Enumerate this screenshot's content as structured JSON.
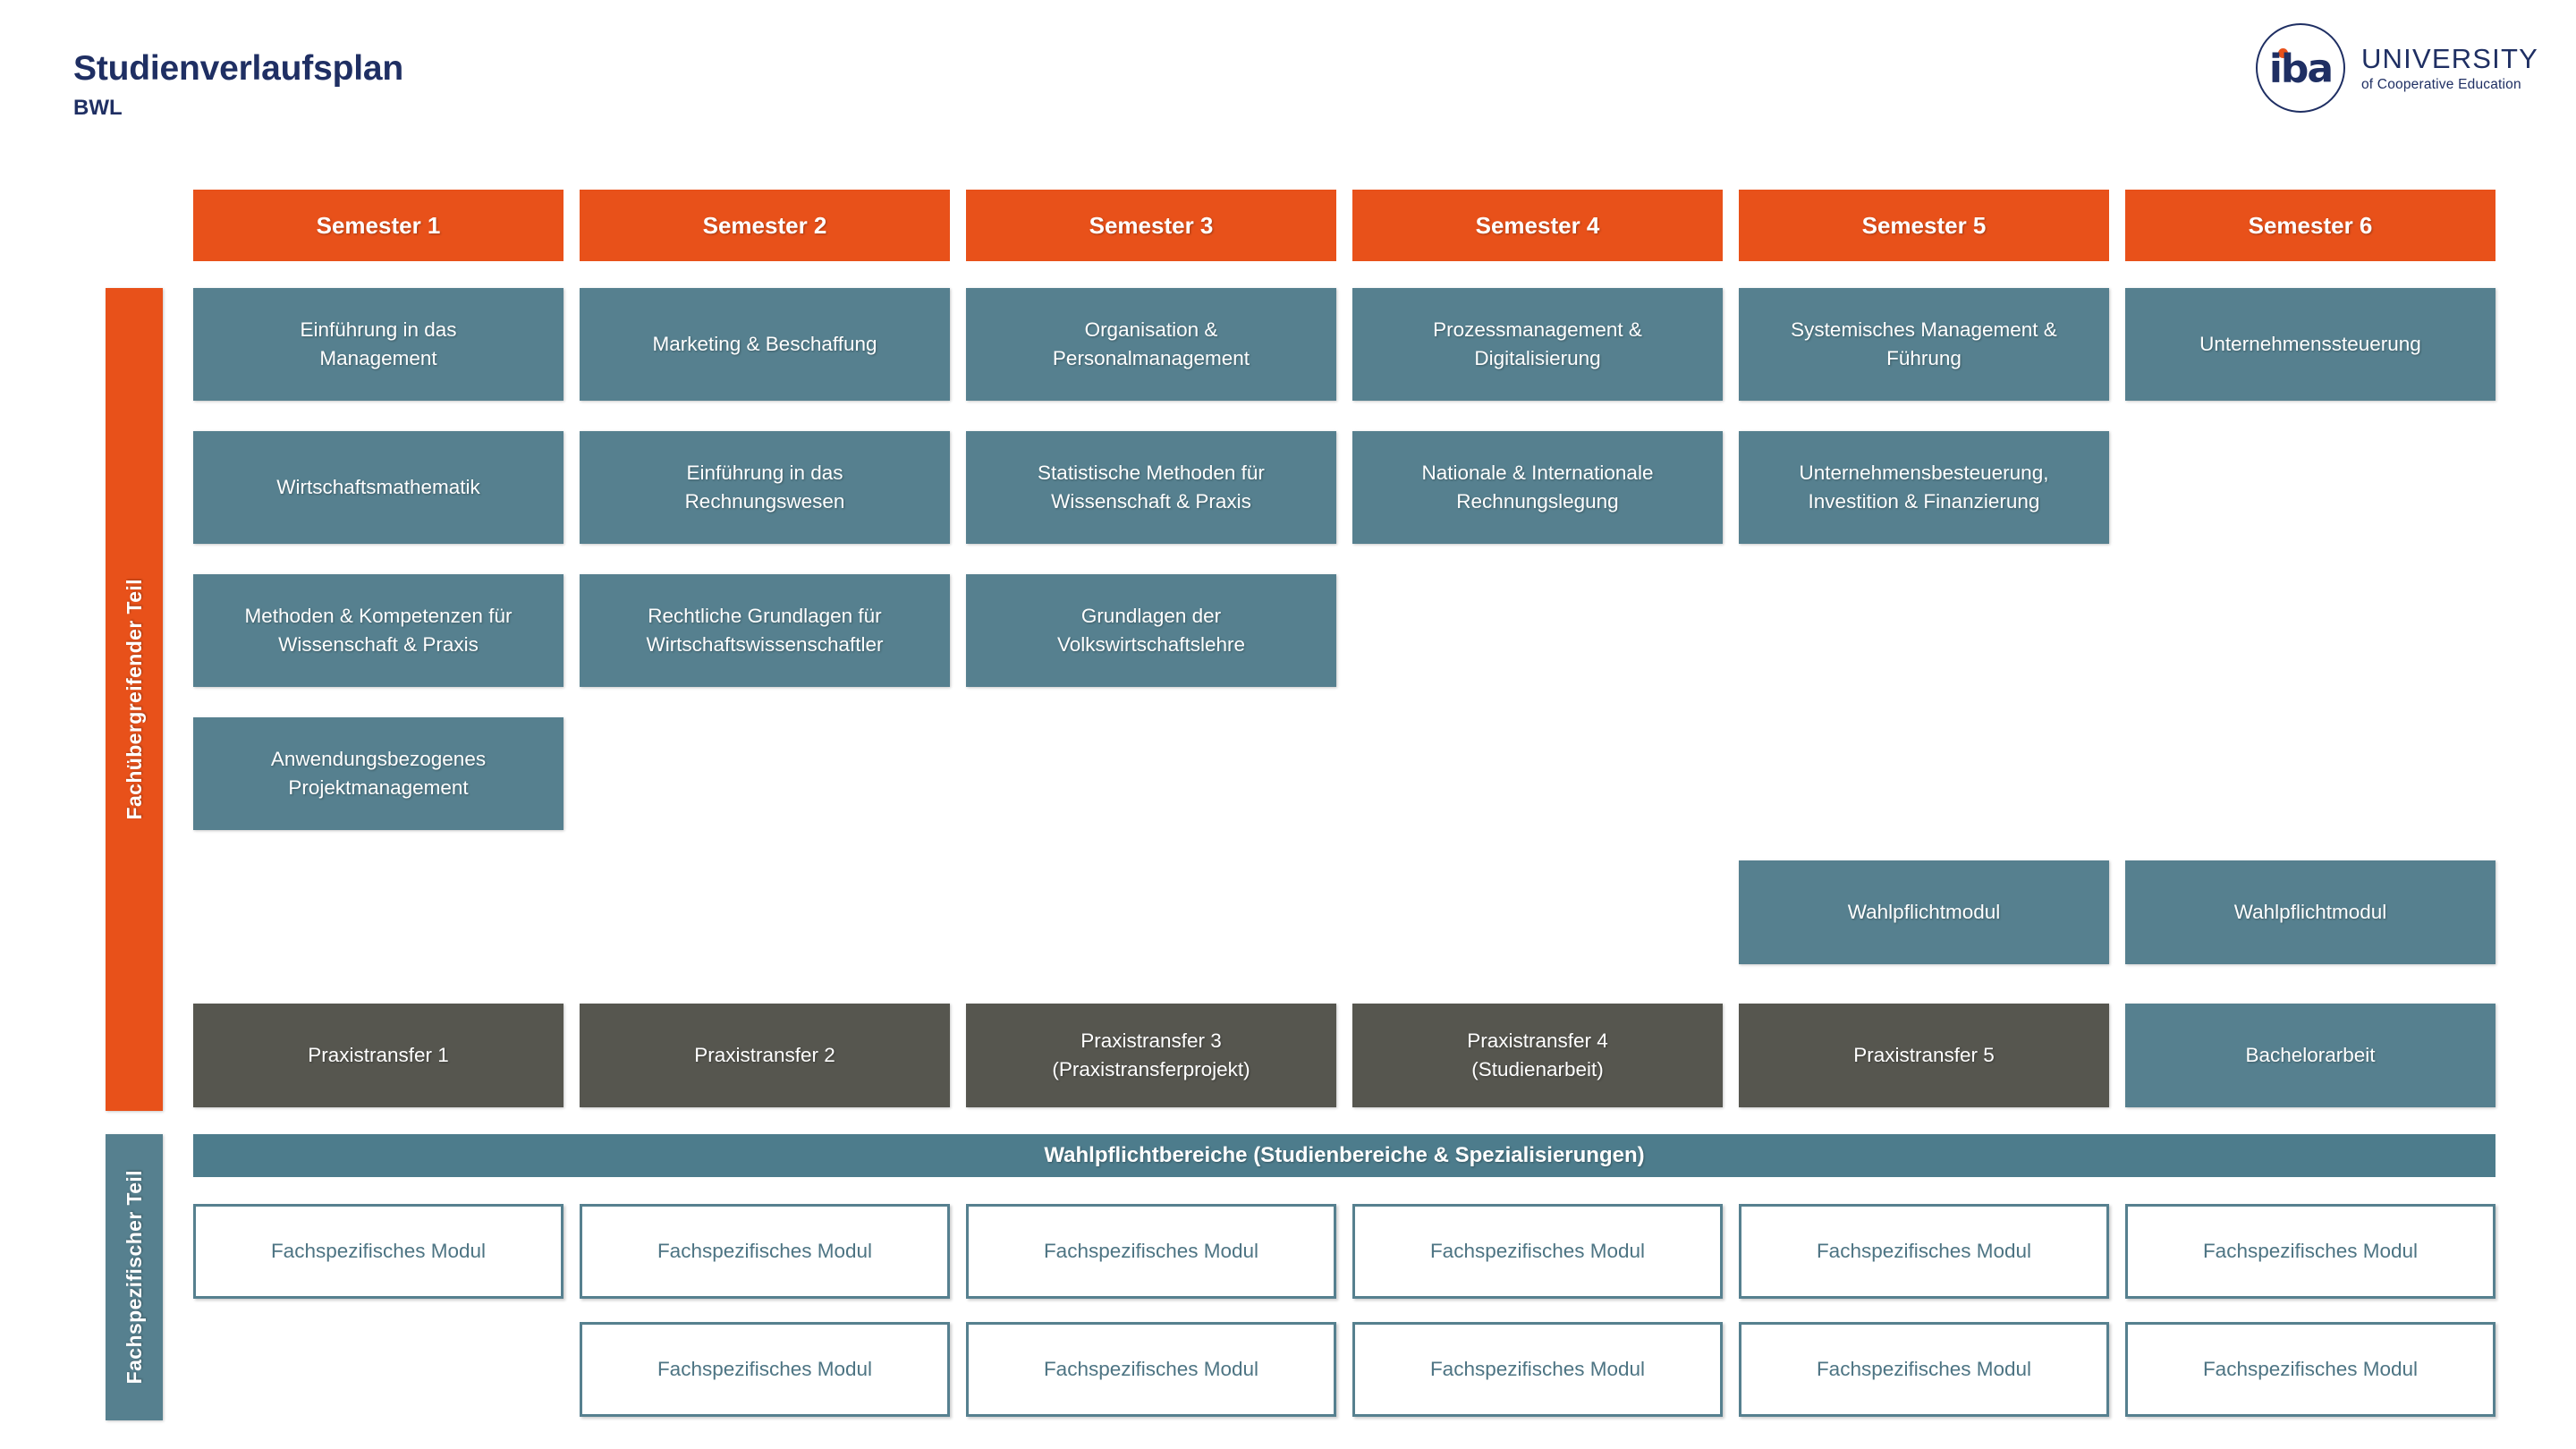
{
  "header": {
    "title": "Studienverlaufsplan",
    "subtitle": "BWL",
    "logo": {
      "mark_text": "iba",
      "university": "UNIVERSITY",
      "tagline": "of Cooperative Education"
    }
  },
  "colors": {
    "orange": "#e8511a",
    "teal": "#56808f",
    "gray": "#56564f",
    "navy": "#1f2f63",
    "band_teal": "#4d7c8c",
    "outline_text": "#4d7483"
  },
  "side_labels": [
    {
      "key": "fachuebergreifend",
      "text": "Fachübergreifender Teil",
      "color": "#e8511a"
    },
    {
      "key": "fachspezifisch",
      "text": "Fachspezifischer Teil",
      "color": "#56808f"
    }
  ],
  "columns": [
    {
      "label": "Semester 1"
    },
    {
      "label": "Semester 2"
    },
    {
      "label": "Semester 3"
    },
    {
      "label": "Semester 4"
    },
    {
      "label": "Semester 5"
    },
    {
      "label": "Semester 6"
    }
  ],
  "band": {
    "wahlpflichtbereiche": "Wahlpflichtbereiche (Studienbereiche & Spezialisierungen)"
  },
  "grid": {
    "row1": [
      {
        "col": 1,
        "style": "teal",
        "lines": [
          "Einführung in  das",
          "Management"
        ]
      },
      {
        "col": 2,
        "style": "teal",
        "lines": [
          "Marketing & Beschaffung"
        ]
      },
      {
        "col": 3,
        "style": "teal",
        "lines": [
          "Organisation &",
          "Personalmanagement"
        ]
      },
      {
        "col": 4,
        "style": "teal",
        "lines": [
          "Prozessmanagement &",
          "Digitalisierung"
        ]
      },
      {
        "col": 5,
        "style": "teal",
        "lines": [
          "Systemisches Management &",
          "Führung"
        ]
      },
      {
        "col": 6,
        "style": "teal",
        "lines": [
          "Unternehmenssteuerung"
        ]
      }
    ],
    "row2": [
      {
        "col": 1,
        "style": "teal",
        "lines": [
          "Wirtschaftsmathematik"
        ]
      },
      {
        "col": 2,
        "style": "teal",
        "lines": [
          "Einführung in das",
          "Rechnungswesen"
        ]
      },
      {
        "col": 3,
        "style": "teal",
        "lines": [
          "Statistische Methoden für",
          "Wissenschaft & Praxis"
        ]
      },
      {
        "col": 4,
        "style": "teal",
        "lines": [
          "Nationale & Internationale",
          "Rechnungslegung"
        ]
      },
      {
        "col": 5,
        "style": "teal",
        "lines": [
          "Unternehmensbesteuerung,",
          "Investition & Finanzierung"
        ]
      }
    ],
    "row3": [
      {
        "col": 1,
        "style": "teal",
        "lines": [
          "Methoden & Kompetenzen für",
          "Wissenschaft & Praxis"
        ]
      },
      {
        "col": 2,
        "style": "teal",
        "lines": [
          "Rechtliche Grundlagen für",
          "Wirtschaftswissenschaftler"
        ]
      },
      {
        "col": 3,
        "style": "teal",
        "lines": [
          "Grundlagen der",
          "Volkswirtschaftslehre"
        ]
      }
    ],
    "row4": [
      {
        "col": 1,
        "style": "teal",
        "lines": [
          "Anwendungsbezogenes",
          "Projektmanagement"
        ]
      }
    ],
    "row5": [
      {
        "col": 5,
        "style": "teal",
        "lines": [
          "Wahlpflichtmodul"
        ]
      },
      {
        "col": 6,
        "style": "teal",
        "lines": [
          "Wahlpflichtmodul"
        ]
      }
    ],
    "row6": [
      {
        "col": 1,
        "style": "gray",
        "lines": [
          "Praxistransfer 1"
        ]
      },
      {
        "col": 2,
        "style": "gray",
        "lines": [
          "Praxistransfer 2"
        ]
      },
      {
        "col": 3,
        "style": "gray",
        "lines": [
          "Praxistransfer 3",
          "(Praxistransferprojekt)"
        ]
      },
      {
        "col": 4,
        "style": "gray",
        "lines": [
          "Praxistransfer 4",
          "(Studienarbeit)"
        ]
      },
      {
        "col": 5,
        "style": "gray",
        "lines": [
          "Praxistransfer 5"
        ]
      },
      {
        "col": 6,
        "style": "teal",
        "lines": [
          "Bachelorarbeit"
        ]
      }
    ],
    "row7": [
      {
        "col": 1,
        "style": "outline",
        "lines": [
          "Fachspezifisches Modul"
        ]
      },
      {
        "col": 2,
        "style": "outline",
        "lines": [
          "Fachspezifisches Modul"
        ]
      },
      {
        "col": 3,
        "style": "outline",
        "lines": [
          "Fachspezifisches Modul"
        ]
      },
      {
        "col": 4,
        "style": "outline",
        "lines": [
          "Fachspezifisches Modul"
        ]
      },
      {
        "col": 5,
        "style": "outline",
        "lines": [
          "Fachspezifisches Modul"
        ]
      },
      {
        "col": 6,
        "style": "outline",
        "lines": [
          "Fachspezifisches Modul"
        ]
      }
    ],
    "row8": [
      {
        "col": 2,
        "style": "outline",
        "lines": [
          "Fachspezifisches Modul"
        ]
      },
      {
        "col": 3,
        "style": "outline",
        "lines": [
          "Fachspezifisches Modul"
        ]
      },
      {
        "col": 4,
        "style": "outline",
        "lines": [
          "Fachspezifisches Modul"
        ]
      },
      {
        "col": 5,
        "style": "outline",
        "lines": [
          "Fachspezifisches Modul"
        ]
      },
      {
        "col": 6,
        "style": "outline",
        "lines": [
          "Fachspezifisches Modul"
        ]
      }
    ]
  }
}
